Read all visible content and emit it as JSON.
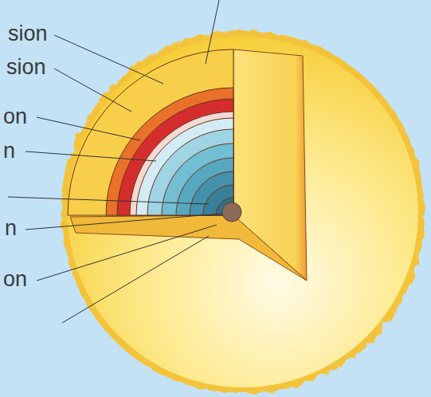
{
  "diagram": {
    "labels": [
      "sion",
      "sion",
      "on",
      "n",
      "n",
      "on"
    ]
  }
}
